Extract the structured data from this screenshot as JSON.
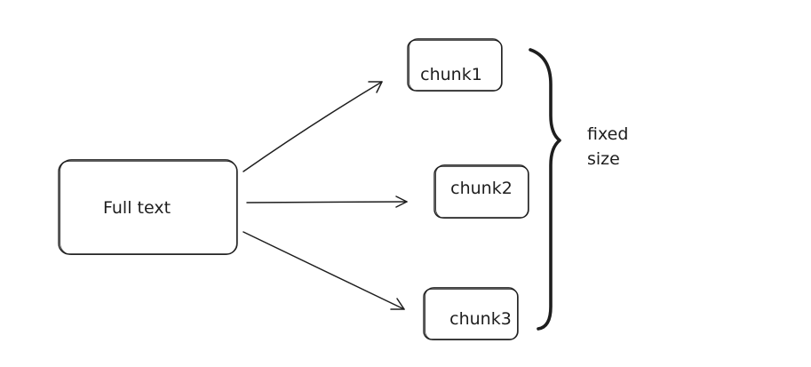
{
  "diagram": {
    "source": {
      "label": "Full text"
    },
    "chunks": [
      {
        "label": "chunk1"
      },
      {
        "label": "chunk2"
      },
      {
        "label": "chunk3"
      }
    ],
    "brace_note": {
      "line1": "fixed",
      "line2": "size"
    }
  },
  "colors": {
    "stroke": "#1e1e1e",
    "background": "#ffffff"
  }
}
